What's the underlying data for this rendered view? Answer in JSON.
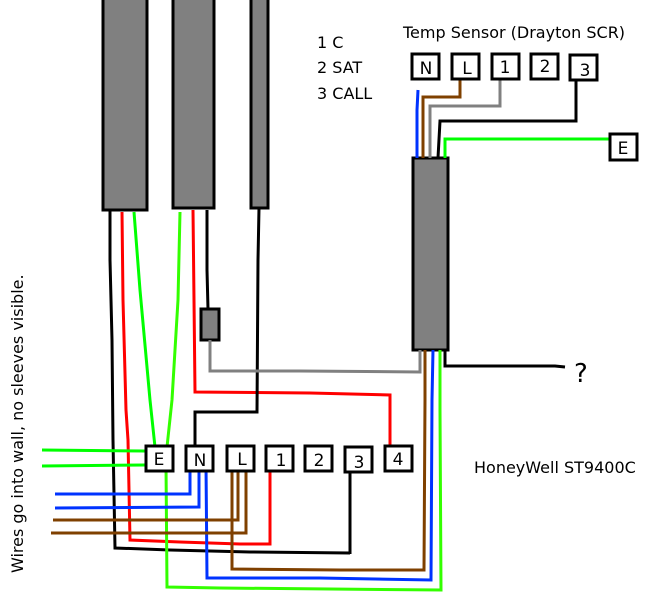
{
  "colors": {
    "black": "#000000",
    "red": "#ff0000",
    "green": "#00ff00",
    "lime": "#33ff00",
    "blue": "#0033ff",
    "brown": "#7f4000",
    "grey": "#808080",
    "sleeve": "#808080"
  },
  "legend": {
    "items": [
      "1 C",
      "2 SAT",
      "3 CALL"
    ]
  },
  "temp_sensor": {
    "title": "Temp Sensor (Drayton SCR)",
    "terminals": [
      "N",
      "L",
      "1",
      "2",
      "3"
    ],
    "earth_terminal": "E"
  },
  "thermostat": {
    "title": "HoneyWell ST9400C",
    "terminals": [
      "E",
      "N",
      "L",
      "1",
      "2",
      "3",
      "4"
    ]
  },
  "unknown_wire_label": "?",
  "wall_note": "Wires go into wall, no sleeves visible."
}
